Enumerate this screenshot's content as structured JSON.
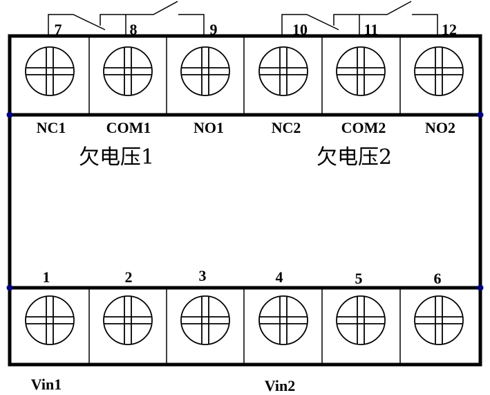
{
  "top_terminals": [
    {
      "number": "7",
      "label": "NC1"
    },
    {
      "number": "8",
      "label": "COM1"
    },
    {
      "number": "9",
      "label": "NO1"
    },
    {
      "number": "10",
      "label": "NC2"
    },
    {
      "number": "11",
      "label": "COM2"
    },
    {
      "number": "12",
      "label": "NO2"
    }
  ],
  "bottom_terminals": [
    {
      "number": "1"
    },
    {
      "number": "2"
    },
    {
      "number": "3"
    },
    {
      "number": "4"
    },
    {
      "number": "5"
    },
    {
      "number": "6"
    }
  ],
  "group_titles": [
    "欠电压1",
    "欠电压2"
  ],
  "input_labels": [
    "Vin1",
    "Vin2"
  ],
  "colors": {
    "line": "#000000",
    "node": "#000080"
  }
}
